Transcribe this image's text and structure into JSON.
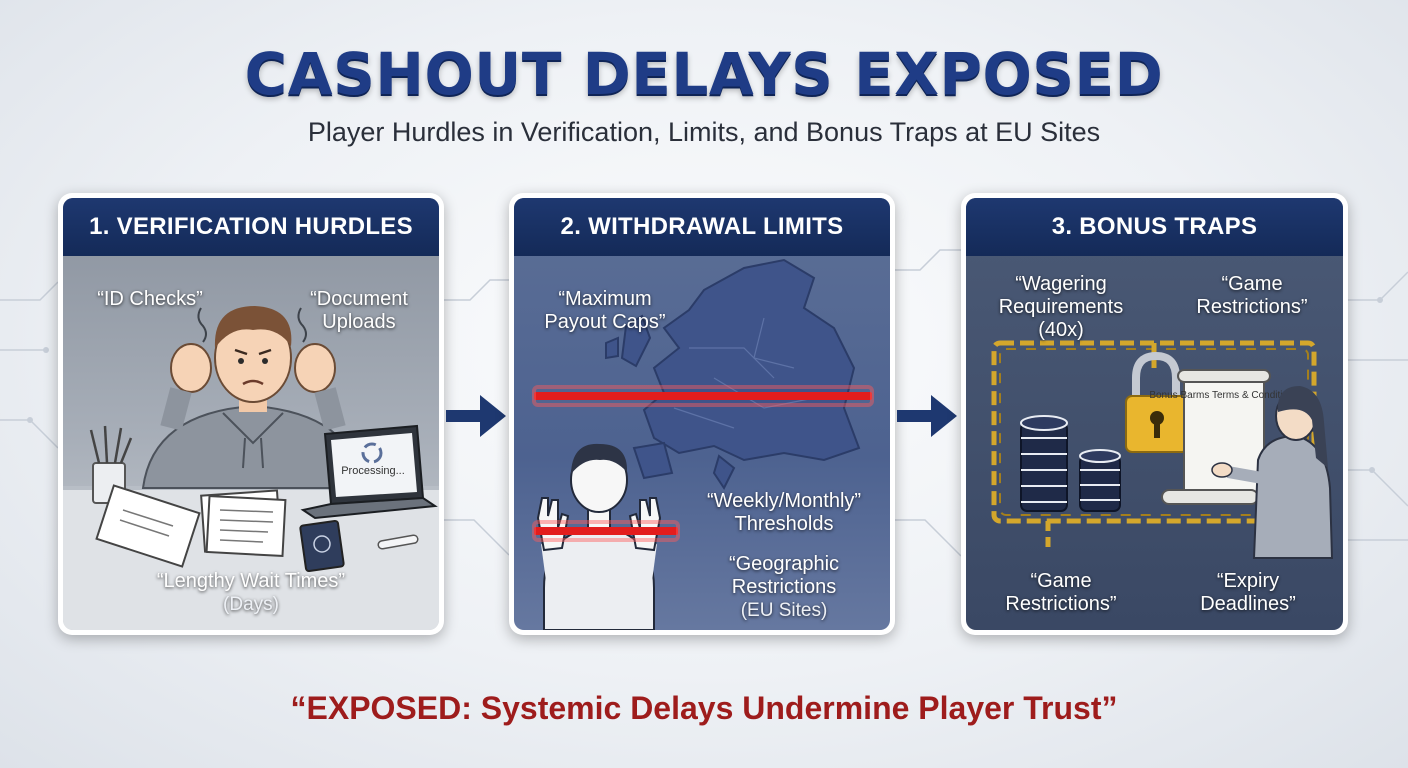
{
  "title": "CASHOUT DELAYS EXPOSED",
  "subtitle": "Player Hurdles in Verification, Limits, and Bonus Traps at EU Sites",
  "panels": [
    {
      "header": "1. VERIFICATION HURDLES",
      "labels": {
        "id_checks": "“ID Checks”",
        "document_uploads": "“Document Uploads",
        "wait_times": "“Lengthy Wait Times”",
        "wait_times_note": "(Days)",
        "laptop_screen": "Processing..."
      }
    },
    {
      "header": "2. WITHDRAWAL LIMITS",
      "labels": {
        "payout_caps": "“Maximum Payout Caps”",
        "thresholds": "“Weekly/Monthly” Thresholds",
        "geo": "“Geographic Restrictions",
        "geo_note": "(EU Sites)"
      }
    },
    {
      "header": "3. BONUS TRAPS",
      "labels": {
        "wagering": "“Wagering Requirements (40x)",
        "game_restrictions_top": "“Game Restrictions”",
        "game_restrictions_bottom": "“Game Restrictions”",
        "expiry": "“Expiry Deadlines”",
        "document_text": "Bonus Barms Terms & Conditions"
      }
    }
  ],
  "footer": "“EXPOSED: Systemic Delays Undermine Player Trust”",
  "colors": {
    "title": "#1f3c86",
    "header_bg": "#1e3870",
    "footer": "#9e1c1c",
    "limit_bar": "#e31d1d",
    "chain": "#d4a72c"
  },
  "icons": [
    "stress-person-icon",
    "laptop-icon",
    "documents-icon",
    "passport-icon",
    "pencil-cup-icon",
    "europe-map-icon",
    "blocking-person-icon",
    "chain-frame-icon",
    "padlock-icon",
    "chip-stack-icon",
    "scroll-icon",
    "woman-reading-icon",
    "arrow-right-icon"
  ]
}
